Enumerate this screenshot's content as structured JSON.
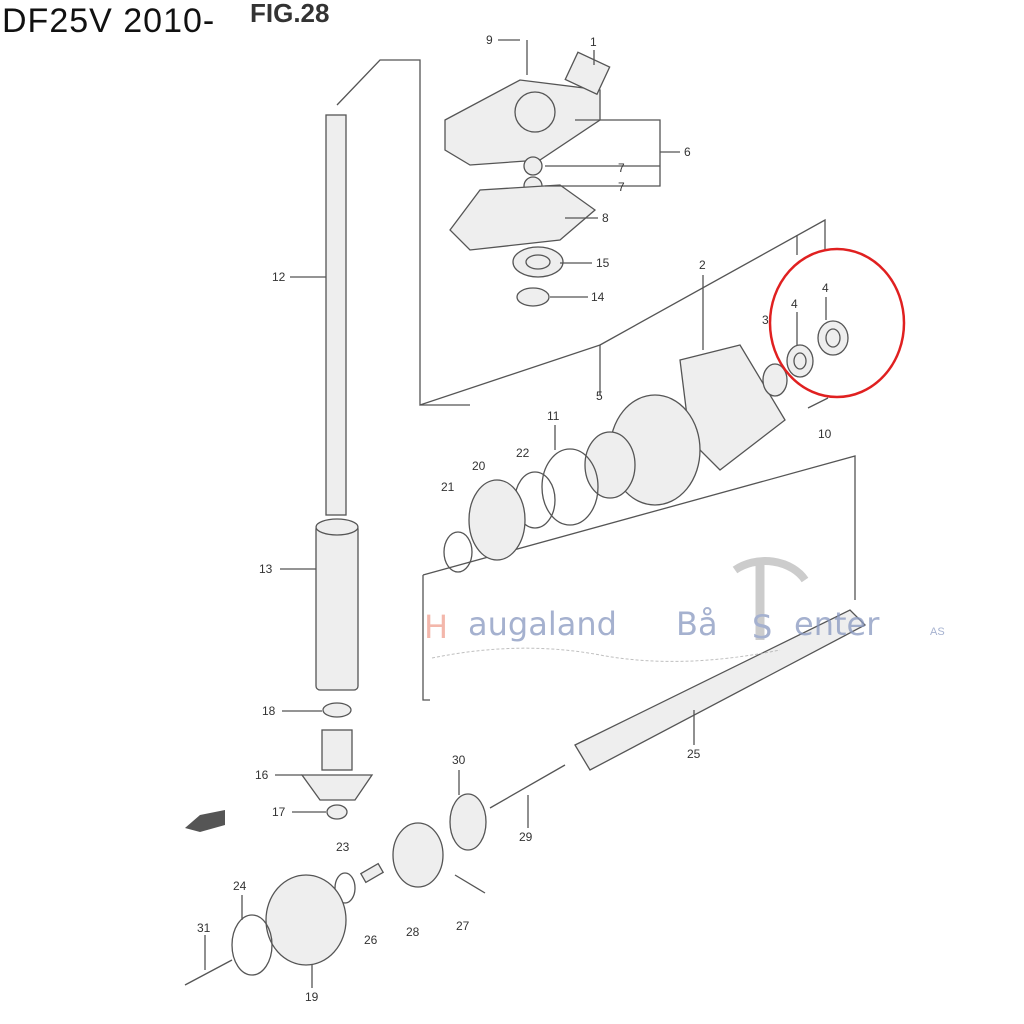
{
  "title": "DF25V 2010-",
  "figure": "FIG.28",
  "watermark": {
    "text_h": "H",
    "text_1": "augaland",
    "text_2": "Bå",
    "text_3": "S",
    "text_4": "enter",
    "suffix": "AS"
  },
  "highlight_color": "#e02020",
  "labels": [
    "1",
    "9",
    "6",
    "7",
    "7",
    "8",
    "15",
    "14",
    "12",
    "2",
    "3",
    "4",
    "4",
    "10",
    "5",
    "11",
    "22",
    "20",
    "21",
    "13",
    "18",
    "16",
    "17",
    "25",
    "30",
    "29",
    "23",
    "24",
    "31",
    "26",
    "28",
    "27",
    "19"
  ]
}
